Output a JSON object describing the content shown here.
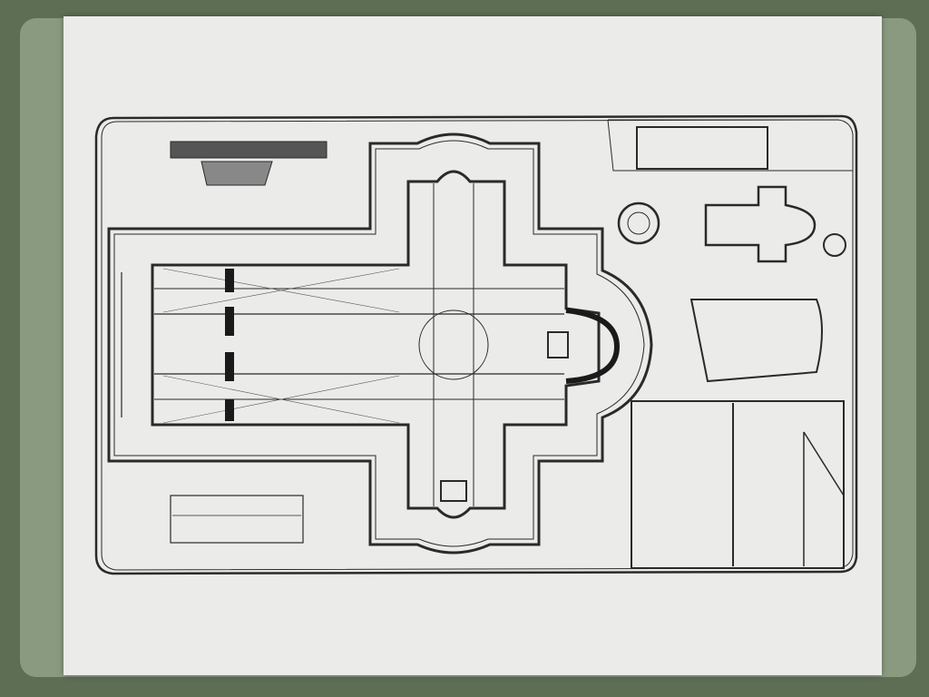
{
  "slide": {
    "background_color": "#5d6e55",
    "paper_color": "#ebebea",
    "ink_color": "#2a2a2a"
  },
  "plan": {
    "icon_names": [
      "floor-plan",
      "rotunda-plan",
      "church-plan",
      "apse-perspective",
      "inscription-panel",
      "roof-section",
      "scale-bar",
      "title-cartouche"
    ]
  }
}
